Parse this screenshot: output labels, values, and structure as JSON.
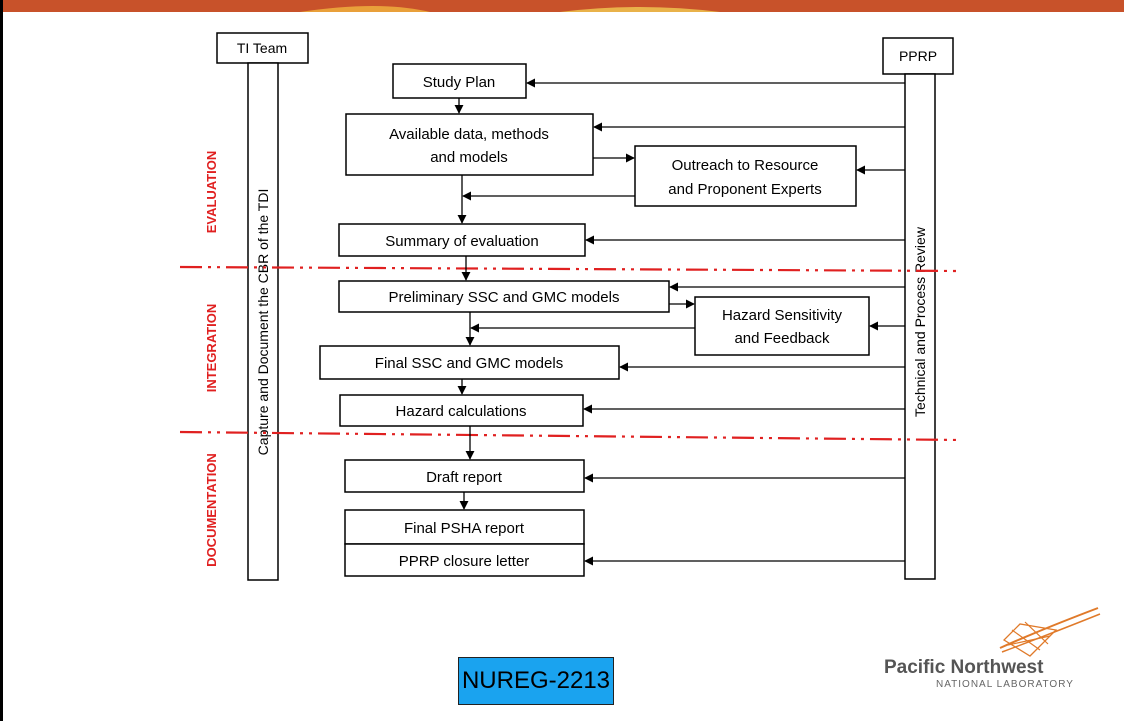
{
  "colors": {
    "phase_red": "#e02020",
    "badge_blue": "#1aa3ef",
    "topbar_orange": "#c8522a"
  },
  "columns": {
    "ti_team": "TI Team",
    "ti_vertical": "Capture and Document the CBR of the TDI",
    "pprp": "PPRP",
    "pprp_vertical": "Technical and Process Review"
  },
  "phases": {
    "evaluation": "EVALUATION",
    "integration": "INTEGRATION",
    "documentation": "DOCUMENTATION"
  },
  "boxes": {
    "study_plan": "Study Plan",
    "available_line1": "Available data, methods",
    "available_line2": "and models",
    "outreach_line1": "Outreach to Resource",
    "outreach_line2": "and Proponent Experts",
    "summary": "Summary of evaluation",
    "preliminary": "Preliminary SSC and GMC models",
    "hazard_sens_line1": "Hazard Sensitivity",
    "hazard_sens_line2": "and Feedback",
    "final_models": "Final SSC and GMC models",
    "hazard_calc": "Hazard calculations",
    "draft": "Draft report",
    "final_psha": "Final PSHA report",
    "closure": "PPRP closure letter"
  },
  "badge": "NUREG-2213",
  "logo": {
    "name": "Pacific Northwest",
    "sub": "NATIONAL LABORATORY"
  }
}
